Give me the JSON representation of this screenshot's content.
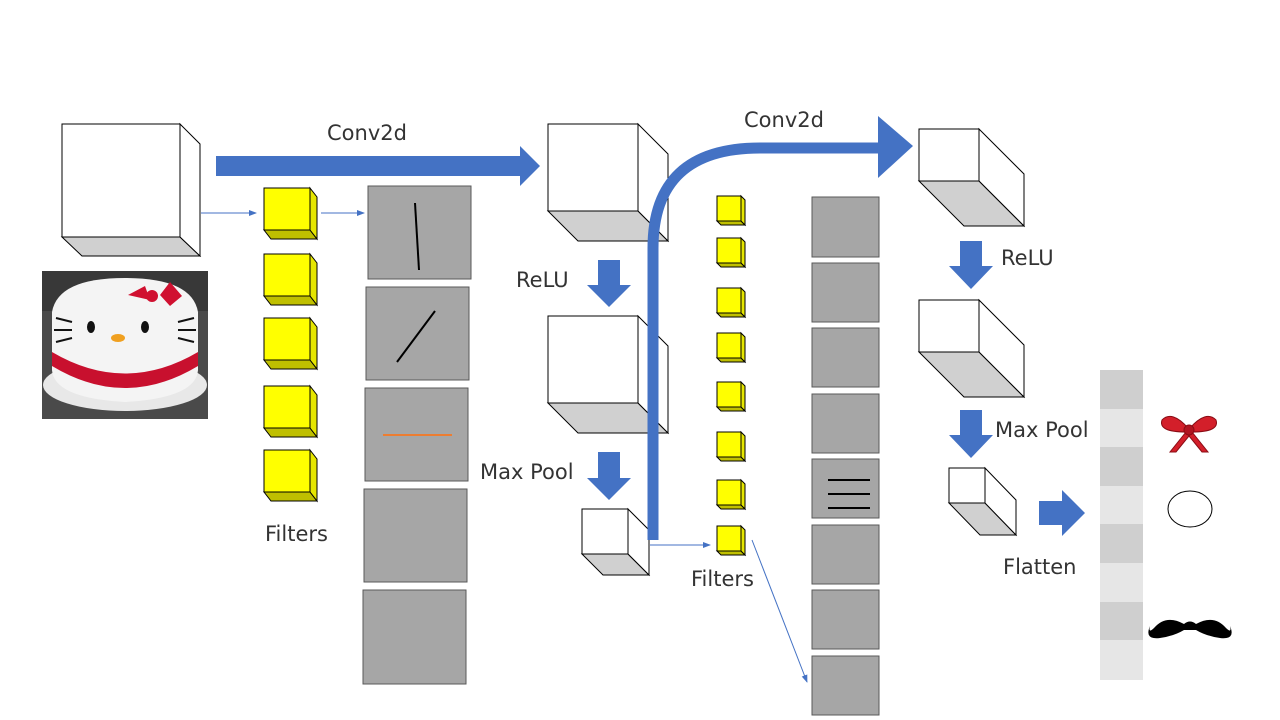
{
  "labels": {
    "conv2d_1": "Conv2d",
    "conv2d_2": "Conv2d",
    "relu_1": "ReLU",
    "relu_2": "ReLU",
    "maxpool_1": "Max Pool",
    "maxpool_2": "Max Pool",
    "filters_1": "Filters",
    "filters_2": "Filters",
    "flatten": "Flatten"
  },
  "colors": {
    "arrow": "#4472C4",
    "filter_face": "#FFFF00",
    "feature_map": "#A6A6A6",
    "cube_shade": "#D0D0D0",
    "edge_line": "#ED7D31",
    "flatten_dark": "#CFCFCF",
    "flatten_light": "#E6E6E6"
  },
  "icons": [
    "cake-photo",
    "bow-icon",
    "circle-icon",
    "mustache-icon"
  ]
}
